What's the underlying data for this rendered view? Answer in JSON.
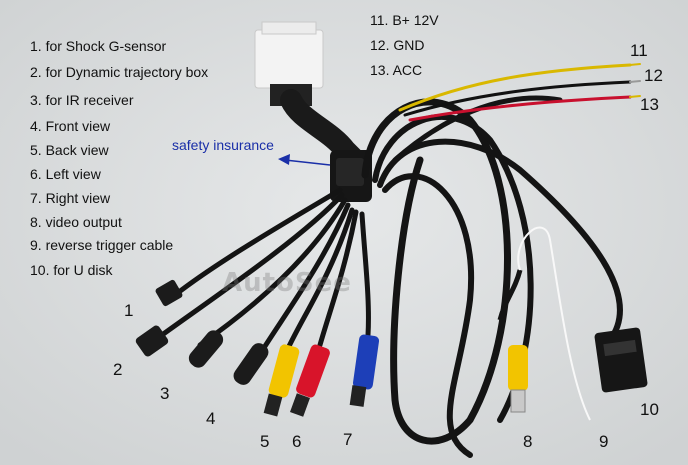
{
  "legend_left": [
    "1. for Shock G-sensor",
    "2. for Dynamic trajectory box",
    "3. for IR receiver",
    "4. Front view",
    "5. Back view",
    "6. Left view",
    "7. Right view",
    "8. video output",
    "9. reverse trigger cable",
    "10. for U disk"
  ],
  "legend_top": [
    "11. B+ 12V",
    "12. GND",
    "13. ACC"
  ],
  "annotation": "safety insurance",
  "watermark": "AutoSee",
  "numbers": [
    "1",
    "2",
    "3",
    "4",
    "5",
    "6",
    "7",
    "8",
    "9",
    "10",
    "11",
    "12",
    "13"
  ],
  "colors": {
    "background": "#dcdedf",
    "cable": "#141414",
    "yellow_plug": "#f2c400",
    "red_plug": "#d8142a",
    "blue_plug": "#1d3fb8",
    "connector": "#f2f2f2",
    "annotation": "#1a2fa8"
  }
}
